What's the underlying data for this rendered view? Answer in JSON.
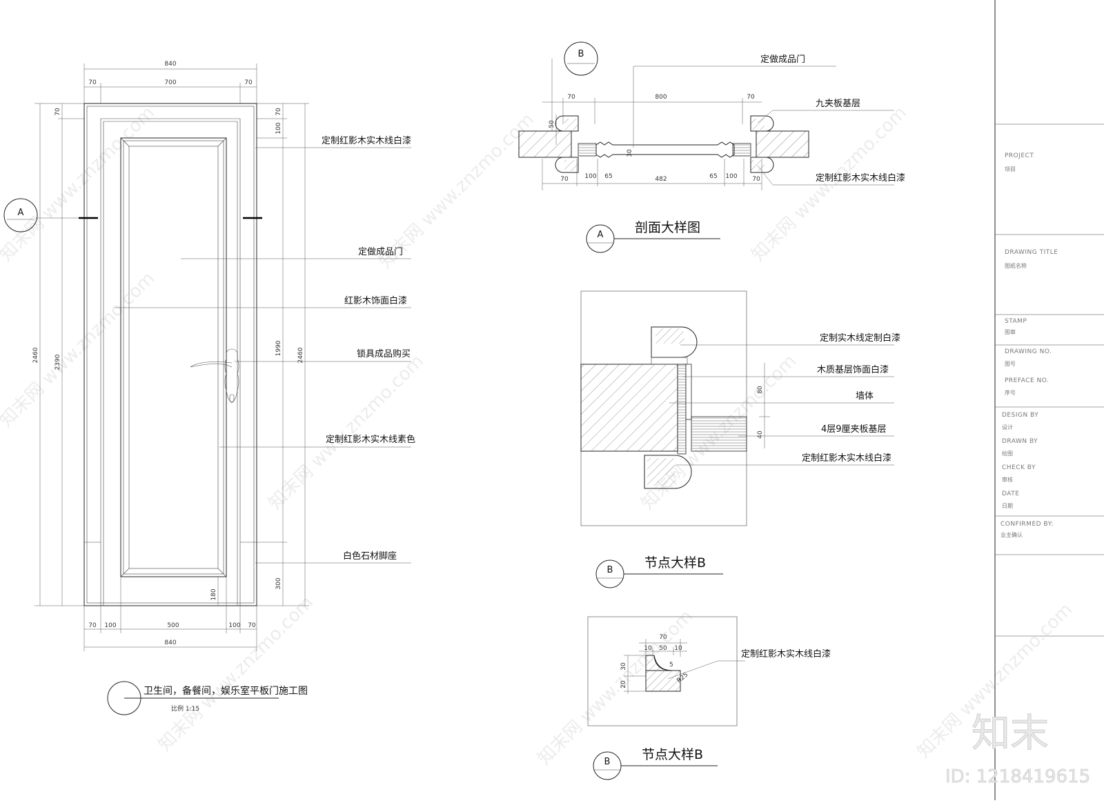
{
  "elevation": {
    "top_dims": [
      "840",
      "70",
      "700",
      "70"
    ],
    "bottom_dims": [
      "70",
      "100",
      "500",
      "100",
      "70",
      "840"
    ],
    "left_dims": [
      "70",
      "2460",
      "2390"
    ],
    "right_dims": [
      "70",
      "100",
      "1990",
      "300",
      "2460"
    ],
    "inner_dim": "180",
    "section_marker": "A",
    "callouts": [
      "定制红影木实木线白漆",
      "定做成品门",
      "红影木饰面白漆",
      "锁具成品购买",
      "定制红影木实木线素色",
      "白色石材脚座"
    ],
    "title": "卫生间，备餐间，娱乐室平板门施工图",
    "scale": "比例 1:15"
  },
  "section_a": {
    "marker": "B",
    "top_dims": [
      "70",
      "800",
      "70"
    ],
    "side_dims": [
      "50",
      "30"
    ],
    "bottom_dims": [
      "70",
      "100",
      "65",
      "482",
      "65",
      "100",
      "70"
    ],
    "callouts": [
      "定做成品门",
      "九夹板基层",
      "定制红影木实木线白漆"
    ],
    "title_marker": "A",
    "title": "剖面大样图"
  },
  "node_b1": {
    "dims": [
      "80",
      "40"
    ],
    "callouts": [
      "定制实木线定制白漆",
      "木质基层饰面白漆",
      "墙体",
      "4层9厘夹板基层",
      "定制红影木实木线白漆"
    ],
    "title_marker": "B",
    "title": "节点大样B"
  },
  "node_b2": {
    "top_dims": [
      "70",
      "10",
      "50",
      "10"
    ],
    "left_dims": [
      "30",
      "20"
    ],
    "radius": "R25",
    "small": "5",
    "callout": "定制红影木实木线白漆",
    "title_marker": "B",
    "title": "节点大样B"
  },
  "title_block": {
    "project_en": "PROJECT",
    "project_cn": "项目",
    "drawing_title_en": "DRAWING TITLE",
    "drawing_title_cn": "图纸名称",
    "stamp_en": "STAMP",
    "stamp_cn": "图章",
    "drawing_no_en": "DRAWING NO.",
    "drawing_no_cn": "图号",
    "preface_en": "PREFACE NO.",
    "preface_cn": "序号",
    "design_en": "DESIGN BY",
    "design_cn": "设计",
    "drawn_en": "DRAWN BY",
    "drawn_cn": "绘图",
    "check_en": "CHECK BY",
    "check_cn": "审核",
    "date_en": "DATE",
    "date_cn": "日期",
    "confirmed_en": "CONFIRMED BY:",
    "confirmed_cn": "业主确认"
  },
  "watermark": {
    "text": "知末网 www.znzmo.com",
    "logo": "知末",
    "id": "ID: 1218419615"
  }
}
